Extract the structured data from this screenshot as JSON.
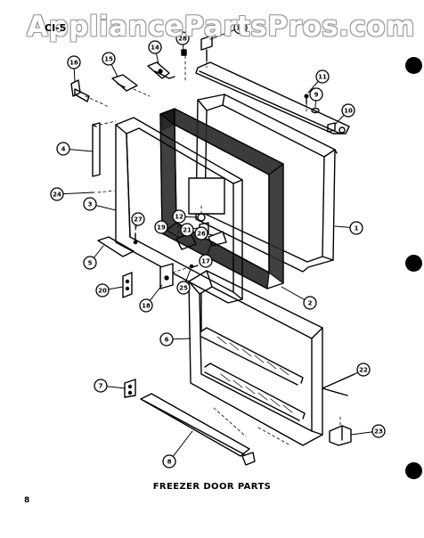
{
  "watermark": "AppliancePartsPros.com",
  "diagram_code": "CI-5",
  "title": "FREEZER DOOR PARTS",
  "page_number": "8",
  "callouts": [
    "1",
    "2",
    "3",
    "4",
    "5",
    "6",
    "7",
    "8",
    "9",
    "10",
    "11",
    "12",
    "13",
    "14",
    "15",
    "16",
    "17",
    "18",
    "19",
    "20",
    "21",
    "22",
    "23",
    "24",
    "25",
    "26",
    "27",
    "28"
  ]
}
